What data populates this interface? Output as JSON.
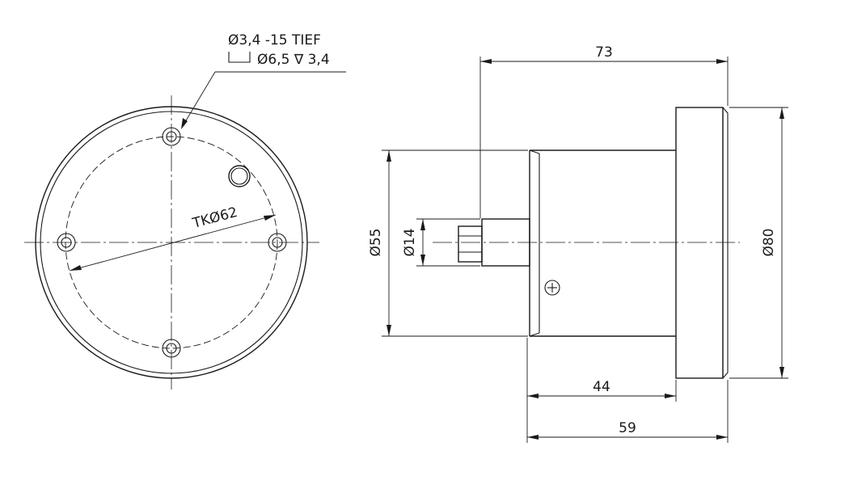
{
  "front_view": {
    "hole_callout_line1": "Ø3,4 -15 TIEF",
    "hole_callout_line2": "Ø6,5 ∇ 3,4",
    "bolt_circle": "TKØ62"
  },
  "side_view": {
    "dim_total_length": "73",
    "dim_body_diameter": "Ø55",
    "dim_stem_diameter": "Ø14",
    "dim_flange_diameter": "Ø80",
    "dim_body_length": "44",
    "dim_overall_length": "59"
  }
}
